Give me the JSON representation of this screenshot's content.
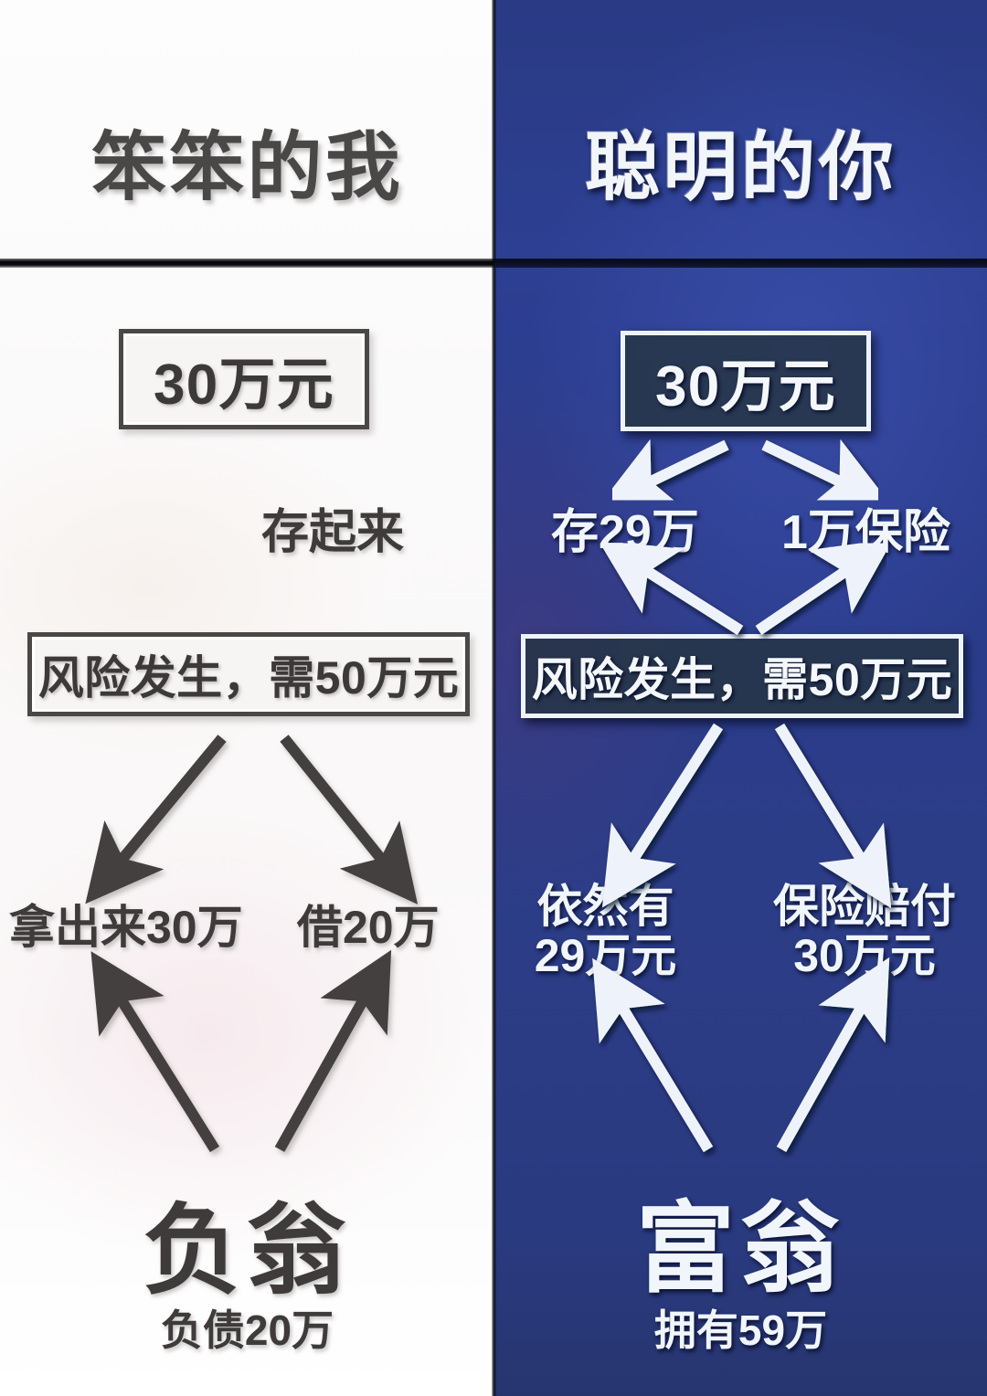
{
  "image": {
    "type": "comparison-infographic",
    "columns": 2,
    "language": "zh-CN"
  },
  "colors": {
    "left_background": "#faf8f8",
    "right_background": "#2c3d8c",
    "left_text": "#3e3b3a",
    "right_text": "#f1f6fc",
    "left_box_border": "#4b4746",
    "right_box_border": "#eef3fa",
    "right_box_fill": "#263442",
    "divider": "#0a0c14"
  },
  "left_panel": {
    "title": "笨笨的我",
    "amount_box": "30万元",
    "save_label": "存起来",
    "risk_box": "风险发生，需50万元",
    "outcome_left": "拿出来30万",
    "outcome_right": "借20万",
    "result_title": "负翁",
    "result_subtitle": "负债20万"
  },
  "right_panel": {
    "title": "聪明的你",
    "amount_box": "30万元",
    "split_left": "存29万",
    "split_right": "1万保险",
    "risk_box": "风险发生，需50万元",
    "outcome_left_line1": "依然有",
    "outcome_left_line2": "29万元",
    "outcome_right_line1": "保险赔付",
    "outcome_right_line2": "30万元",
    "result_title": "富翁",
    "result_subtitle": "拥有59万"
  },
  "flow": {
    "left_arrows": [
      {
        "name": "amount-to-risk",
        "direction": "down",
        "style": "solid-dark"
      },
      {
        "name": "risk-to-take-out",
        "direction": "down-left",
        "style": "solid-dark"
      },
      {
        "name": "risk-to-borrow",
        "direction": "down-right",
        "style": "solid-dark"
      },
      {
        "name": "take-out-to-result",
        "direction": "up-left",
        "style": "solid-dark"
      },
      {
        "name": "borrow-to-result",
        "direction": "up-right",
        "style": "solid-dark"
      }
    ],
    "right_arrows": [
      {
        "name": "amount-to-save29",
        "direction": "down-left",
        "style": "solid-light"
      },
      {
        "name": "amount-to-insurance",
        "direction": "down-right",
        "style": "solid-light"
      },
      {
        "name": "risk-to-save29",
        "direction": "up-left",
        "style": "solid-light"
      },
      {
        "name": "risk-to-insurance",
        "direction": "up-right",
        "style": "solid-light"
      },
      {
        "name": "risk-to-still-have",
        "direction": "down-left",
        "style": "solid-light"
      },
      {
        "name": "risk-to-payout",
        "direction": "down-right",
        "style": "solid-light"
      },
      {
        "name": "still-have-to-result",
        "direction": "up-left",
        "style": "solid-light"
      },
      {
        "name": "payout-to-result",
        "direction": "up-right",
        "style": "solid-light"
      }
    ]
  }
}
